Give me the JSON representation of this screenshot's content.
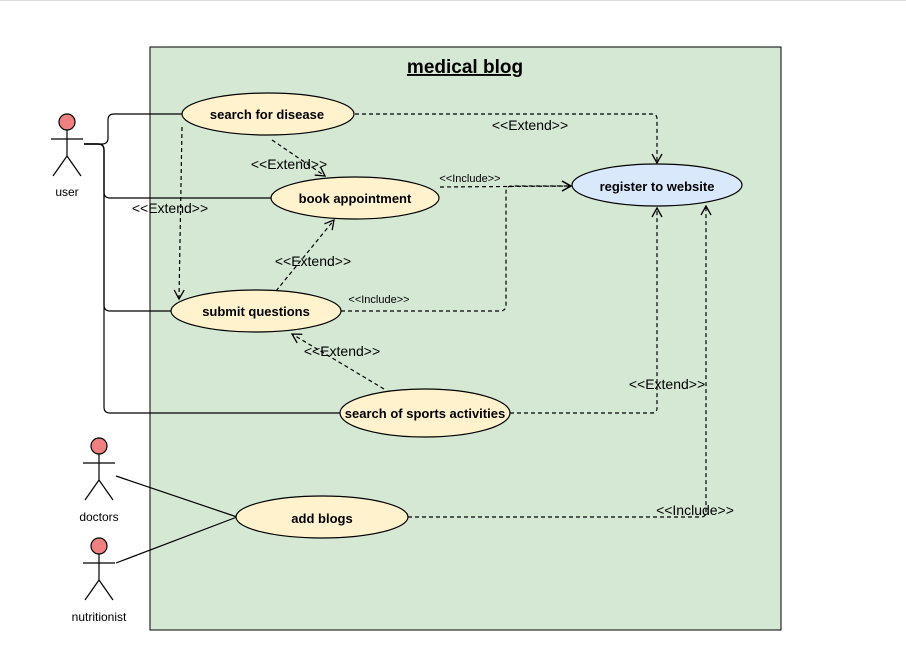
{
  "diagram": {
    "title": "medical blog",
    "colors": {
      "system_fill": "#d5e8d4",
      "usecase_fill": "#fff2cc",
      "register_fill": "#dae8fc",
      "actor_head": "#f08080",
      "stroke": "#000000"
    },
    "actors": {
      "user": "user",
      "doctors": "doctors",
      "nutritionist": "nutritionist"
    },
    "use_cases": {
      "search_disease": "search for disease",
      "book_appointment": "book appointment",
      "submit_questions": "submit questions",
      "search_sports": "search of sports activities",
      "add_blogs": "add blogs",
      "register": "register to website"
    },
    "relations": {
      "extend_search_register": "<<Extend>>",
      "extend_search_book": "<<Extend>>",
      "extend_search_submit": "<<Extend>>",
      "include_book_register": "<<Include>>",
      "extend_submit_book": "<<Extend>>",
      "include_submit_register": "<<Include>>",
      "extend_sports_submit": "<<Extend>>",
      "extend_sports_register": "<<Extend>>",
      "include_blogs_register": "<<Include>>"
    }
  }
}
